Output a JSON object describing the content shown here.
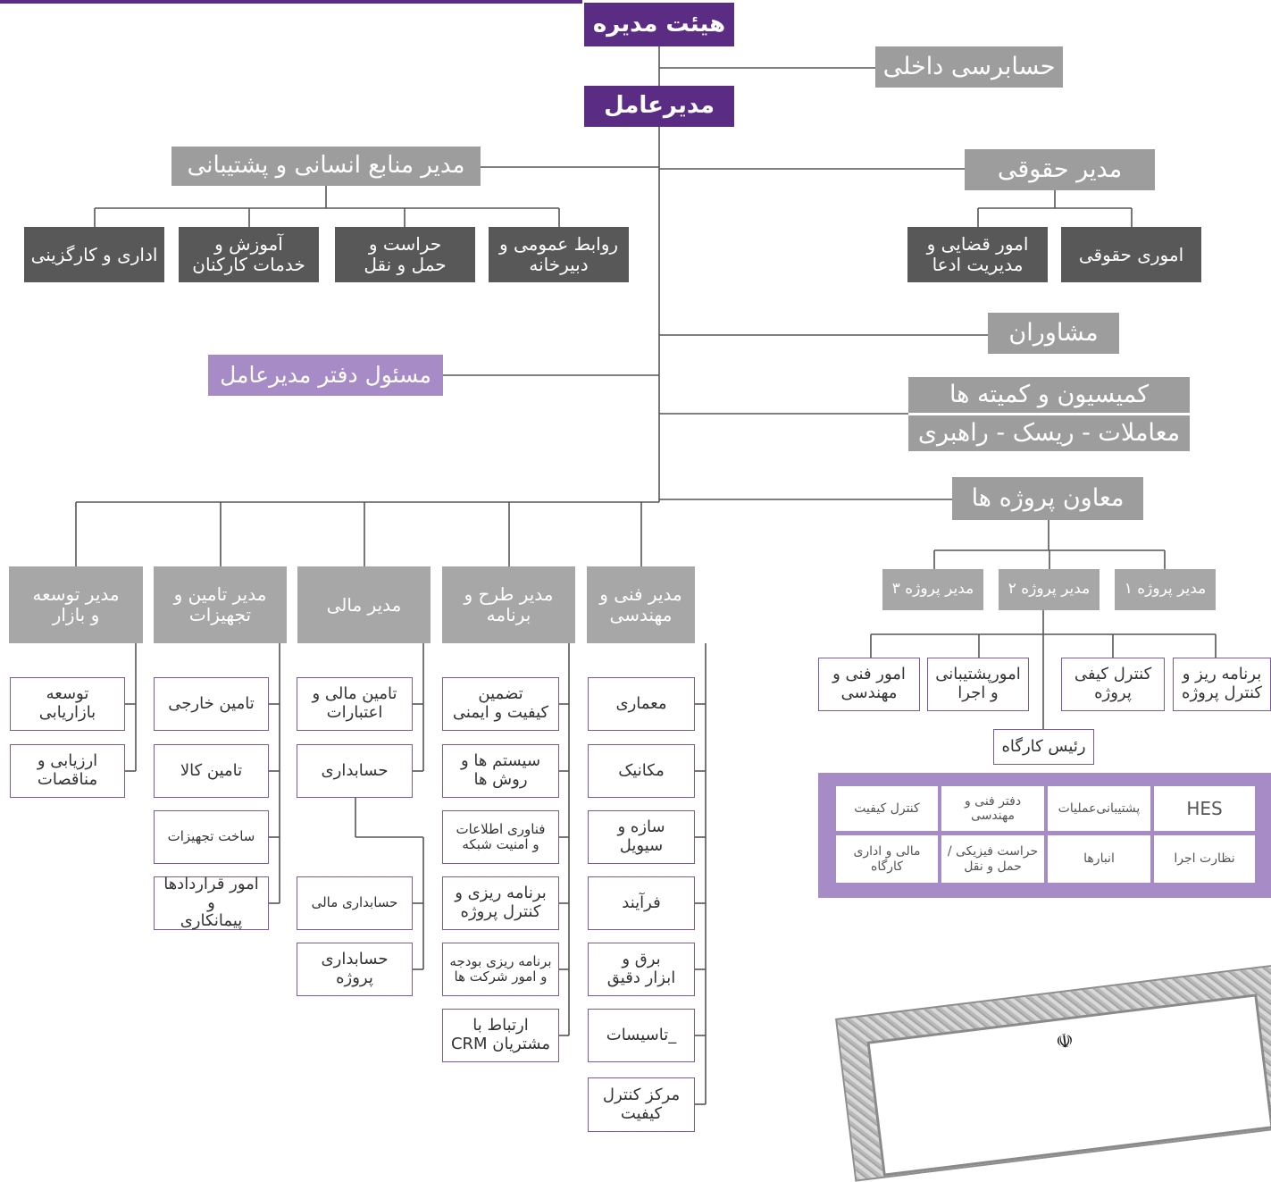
{
  "board": "هیئت مدیره",
  "internal_audit": "حسابرسی داخلی",
  "ceo": "مدیرعامل",
  "hr_manager": "مدیر منابع انسانی و پشتیبانی",
  "hr_units": [
    "روابط عمومی و\nدبیرخانه",
    "حراست و\nحمل و نقل",
    "آموزش و\nخدمات کارکنان",
    "اداری و کارگزینی"
  ],
  "legal_manager": "مدیر حقوقی",
  "legal_units": [
    "اموری حقوقی",
    "امور قضایی و\nمدیریت ادعا"
  ],
  "advisors": "مشاوران",
  "ceo_office": "مسئول دفتر مدیرعامل",
  "committees": "کمیسیون و کمیته ها",
  "committees_sub": "معاملات - ریسک - راهبری",
  "projects_deputy": "معاون پروژه ها",
  "project_managers": [
    "مدیر پروژه ۱",
    "مدیر پروژه ۲",
    "مدیر پروژه ۳"
  ],
  "project_units": [
    "برنامه ریز و\nکنترل پروژه",
    "کنترل کیفی\nپروژه",
    "امورپشتیبانی\nو اجرا",
    "امور فنی و\nمهندسی"
  ],
  "site_head": "رئیس کارگاه",
  "site_grid": [
    "HES",
    "پشتیبانی‌عملیات",
    "دفتر فنی و\nمهندسی",
    "کنترل کیفیت",
    "نظارت اجرا",
    "انبارها",
    "حراست فیزیکی /\nحمل و نقل",
    "مالی و اداری\nکارگاه"
  ],
  "departments": [
    {
      "title": "مدیر فنی و\nمهندسی",
      "items": [
        "معماری",
        "مکانیک",
        "سازه و\nسیویل",
        "فرآیند",
        "برق و\nابزار دقیق",
        "_تاسیسات",
        "مرکز کنترل\nکیفیت"
      ]
    },
    {
      "title": "مدیر طرح و\nبرنامه",
      "items": [
        "تضمین\nکیفیت و ایمنی",
        "سیستم ها و\nروش ها",
        "فناوری اطلاعات\nو امنیت شبکه",
        "برنامه ریزی و\nکنترل پروژه",
        "برنامه ریزی بودجه\nو امور شرکت ها",
        "ارتباط با\nمشتریان CRM"
      ]
    },
    {
      "title": "مدیر مالی",
      "items": [
        "تامین مالی و\nاعتبارات",
        "حسابداری",
        "حسابداری مالی",
        "حسابداری پروژه"
      ]
    },
    {
      "title": "مدیر تامین و\nتجهیزات",
      "items": [
        "تامین خارجی",
        "تامین کالا",
        "ساخت تجهیزات",
        "امور قراردادها و\nپیمانکاری"
      ]
    },
    {
      "title": "مدیر توسعه\nو بازار",
      "items": [
        "توسعه بازاریابی",
        "ارزیابی و\nمناقصات"
      ]
    }
  ],
  "emblem": "☫",
  "colors": {
    "primary": "#5b2c83",
    "lavender": "#a68bc6",
    "gray": "#9d9d9d",
    "dark": "#585858",
    "line": "#555555"
  }
}
